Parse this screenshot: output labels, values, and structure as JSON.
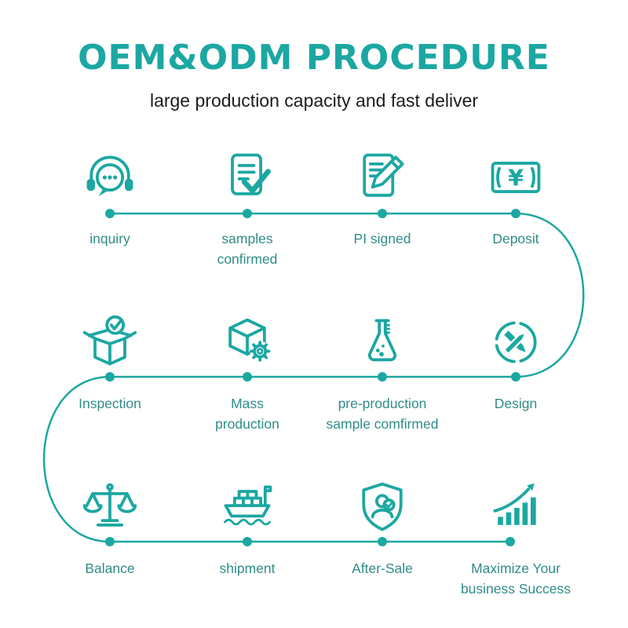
{
  "colors": {
    "accent": "#1ca7a2",
    "label": "#2f8c88",
    "subtitle": "#1c1c1c"
  },
  "header": {
    "title": "OEM&ODM PROCEDURE",
    "subtitle": "large production capacity and fast deliver"
  },
  "steps": [
    {
      "label": "inquiry",
      "icon": "headset-chat-icon"
    },
    {
      "label": "samples confirmed",
      "icon": "document-check-icon"
    },
    {
      "label": "PI signed",
      "icon": "document-pencil-icon"
    },
    {
      "label": "Deposit",
      "icon": "banknote-yen-icon"
    },
    {
      "label": "Inspection",
      "icon": "inspection-box-icon"
    },
    {
      "label": "Mass production",
      "icon": "cube-gear-icon"
    },
    {
      "label": "pre-production sample comfirmed",
      "icon": "flask-icon"
    },
    {
      "label": "Design",
      "icon": "design-pencils-icon"
    },
    {
      "label": "Balance",
      "icon": "balance-scale-icon"
    },
    {
      "label": "shipment",
      "icon": "cargo-ship-icon"
    },
    {
      "label": "After-Sale",
      "icon": "shield-user-icon"
    },
    {
      "label": "Maximize Your business Success",
      "icon": "growth-chart-icon"
    }
  ]
}
